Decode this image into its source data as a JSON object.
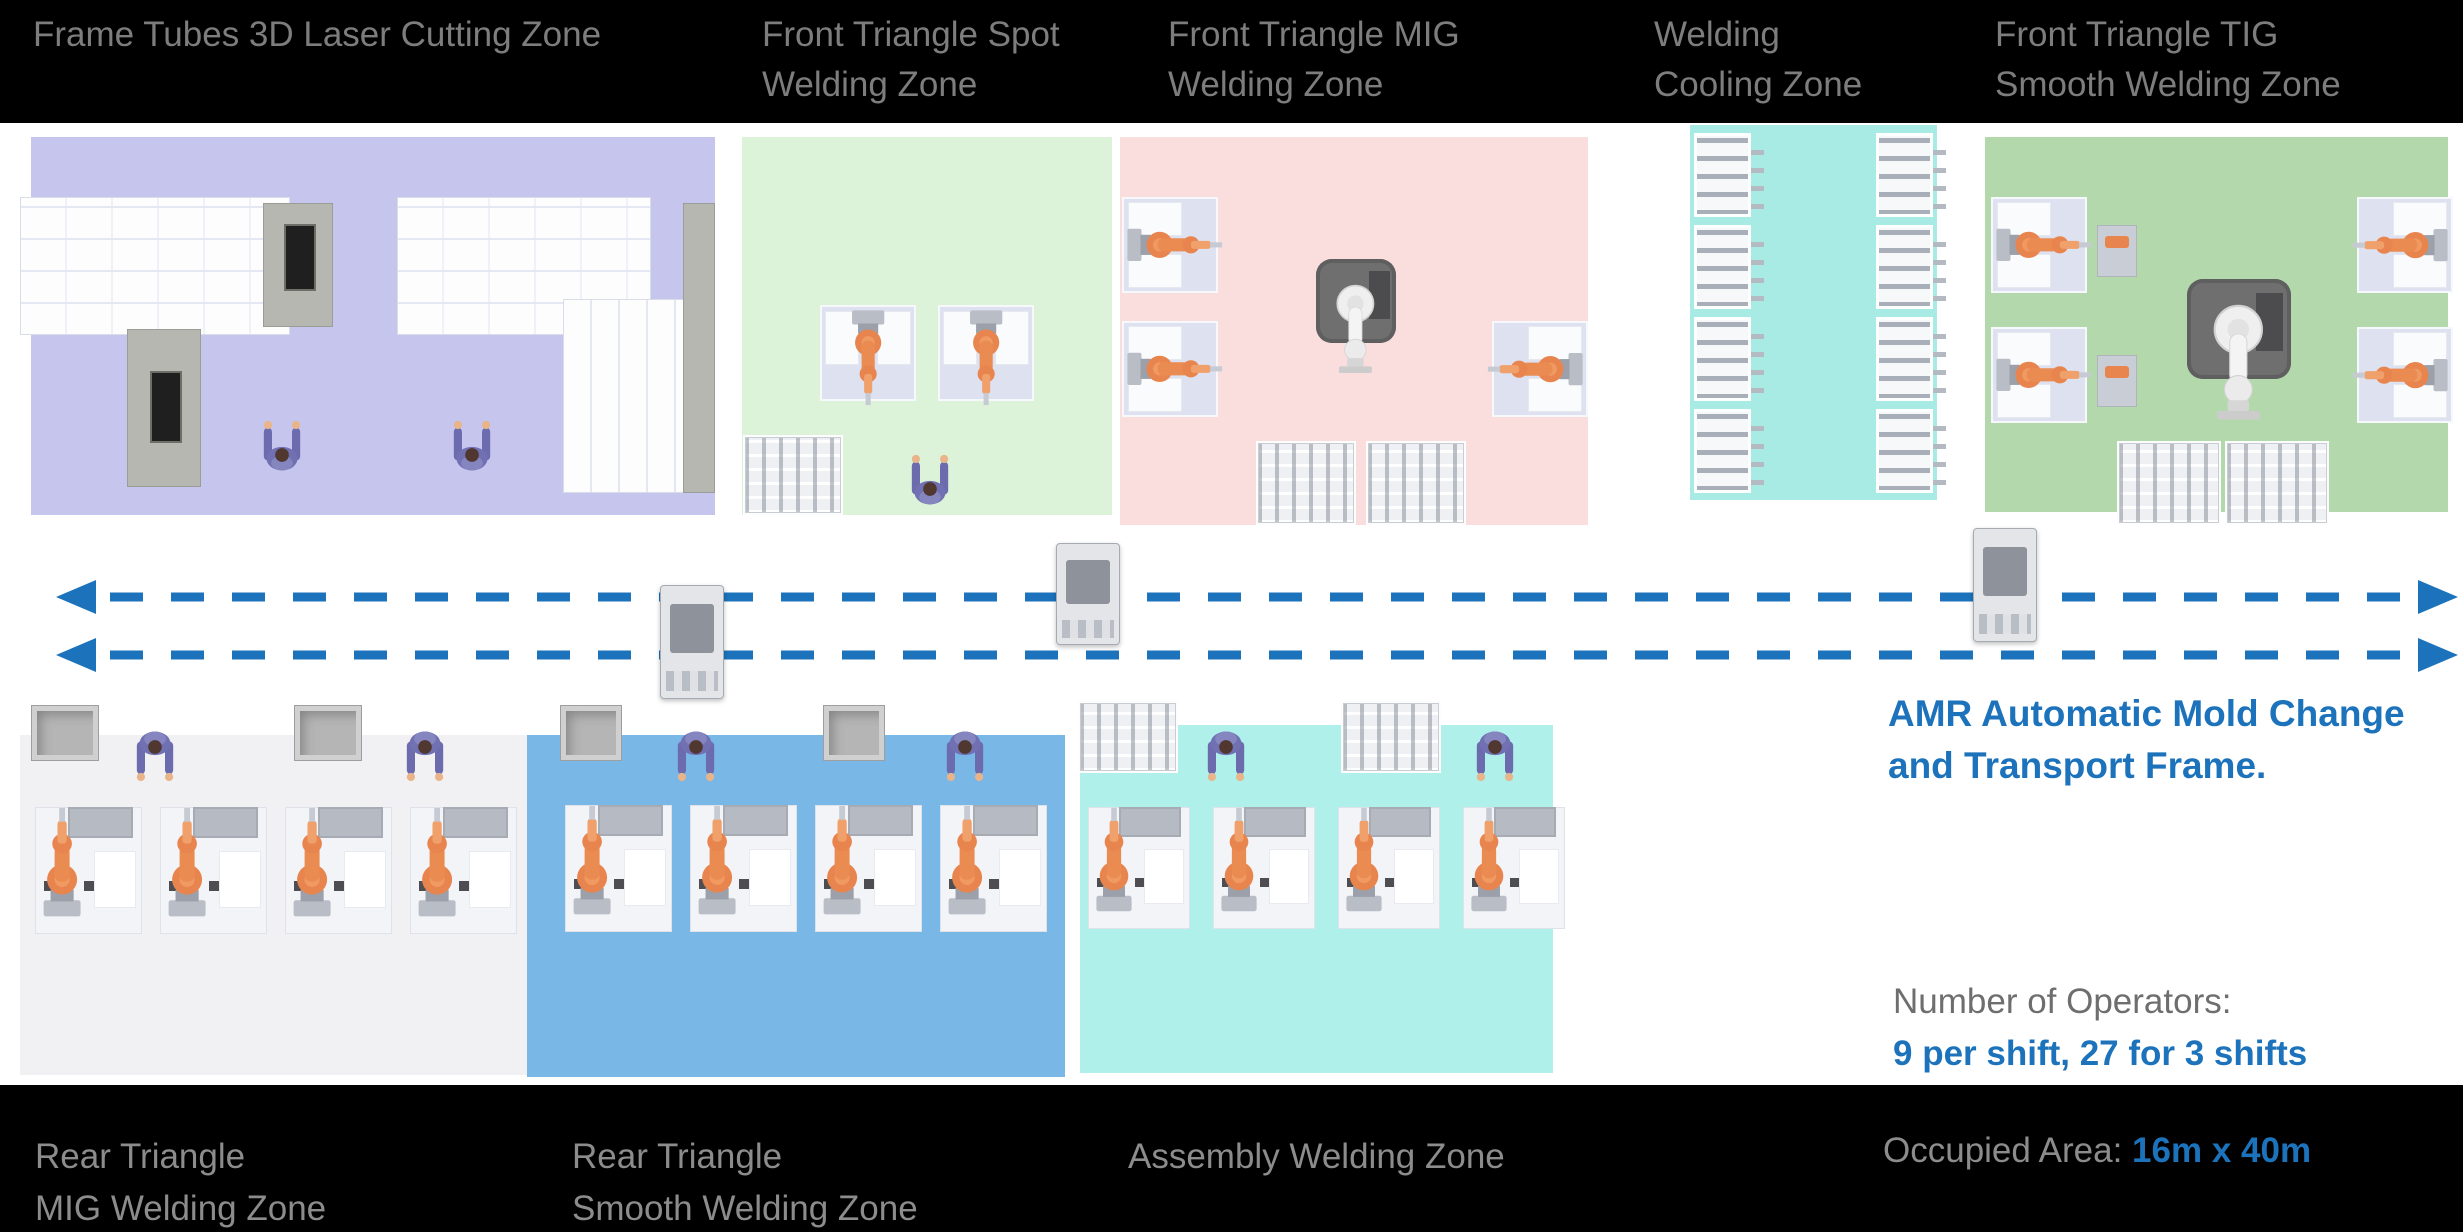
{
  "colors": {
    "header_bg": "#000000",
    "header_text": "#7d7d7d",
    "footer_text": "#8c8c8c",
    "body_gray": "#6e6e6e",
    "accent_blue": "#1c73bb",
    "robot_orange": "#e8854e",
    "zone_laser": "#c6c5ee",
    "zone_spot": "#dcf3d9",
    "zone_mig": "#fadedd",
    "zone_cooling": "#a7ebe4",
    "zone_tig": "#b2d8ab",
    "zone_rear_mig": "#f1f1f3",
    "zone_rear_smooth": "#79b7e6",
    "zone_assembly": "#aff0eb"
  },
  "icons": {
    "arrow_left_icon": "◀",
    "arrow_right_icon": "▶",
    "robot_arm_icon": "orange six-axis robot, top view",
    "white_robot_icon": "gray welding robot, top view",
    "worker_icon": "operator in purple uniform, top view",
    "amr_icon": "autonomous mobile robot cart",
    "bin_icon": "gray material bin",
    "fixture_rack_icon": "frame fixture rack"
  },
  "top_labels": [
    {
      "line1": "Frame Tubes 3D Laser Cutting Zone",
      "line2": ""
    },
    {
      "line1": "Front Triangle Spot",
      "line2": "Welding Zone"
    },
    {
      "line1": "Front Triangle MIG",
      "line2": "Welding Zone"
    },
    {
      "line1": "Welding",
      "line2": "Cooling Zone"
    },
    {
      "line1": "Front Triangle TIG",
      "line2": "Smooth Welding Zone"
    }
  ],
  "bottom_labels": [
    {
      "line1": "Rear Triangle",
      "line2": "MIG Welding Zone"
    },
    {
      "line1": "Rear Triangle",
      "line2": "Smooth Welding Zone"
    },
    {
      "line1": "Assembly Welding Zone",
      "line2": ""
    }
  ],
  "amr_note": {
    "line1": "AMR Automatic Mold Change",
    "line2": "and Transport Frame."
  },
  "operators": {
    "label": "Number of Operators:",
    "value": " 9 per shift, 27 for 3 shifts"
  },
  "occupied_area": {
    "label": "Occupied Area: ",
    "value": "16m x 40m"
  }
}
